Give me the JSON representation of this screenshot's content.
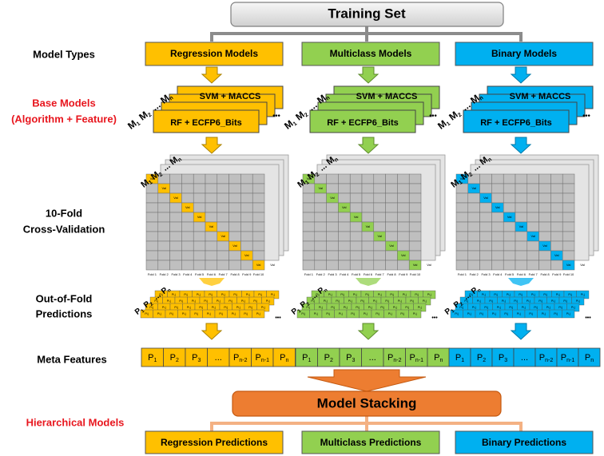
{
  "training_set": "Training Set",
  "row_labels": {
    "model_types": "Model Types",
    "base_models_1": "Base Models",
    "base_models_2": "(Algorithm + Feature)",
    "cv_1": "10-Fold",
    "cv_2": "Cross-Validation",
    "oof_1": "Out-of-Fold",
    "oof_2": "Predictions",
    "meta_features": "Meta Features",
    "hierarchical": "Hierarchical Models"
  },
  "columns": [
    {
      "key": "reg",
      "model_type": "Regression Models",
      "prediction": "Regression Predictions"
    },
    {
      "key": "mc",
      "model_type": "Multiclass Models",
      "prediction": "Multiclass Predictions"
    },
    {
      "key": "bin",
      "model_type": "Binary Models",
      "prediction": "Binary Predictions"
    }
  ],
  "base_model_top": "SVM + MACCS",
  "base_model_bottom": "RF + ECFP6_Bits",
  "model_index": {
    "m1": "M",
    "s1": "1",
    "m2": "M",
    "s2": "2",
    "dots": "...",
    "mn": "M",
    "sn": "n"
  },
  "more_dots": "•••",
  "val_label": "Val",
  "fold_labels": [
    "Fold 1",
    "Fold 2",
    "Fold 3",
    "Fold 4",
    "Fold 5",
    "Fold 6",
    "Fold 7",
    "Fold 8",
    "Fold 9",
    "Fold 10"
  ],
  "oof_index": {
    "p1": "P",
    "s1": "1",
    "p2": "P",
    "s2": "2",
    "dots": "...",
    "pn": "P",
    "sn": "n"
  },
  "oof_cell": "P",
  "oof_cell_sub": "i,j",
  "meta_cells": [
    {
      "p": "P",
      "s": "1"
    },
    {
      "p": "P",
      "s": "2"
    },
    {
      "p": "P",
      "s": "3"
    },
    {
      "p": "...",
      "s": ""
    },
    {
      "p": "P",
      "s": "n-2"
    },
    {
      "p": "P",
      "s": "n-1"
    },
    {
      "p": "P",
      "s": "n"
    }
  ],
  "model_stacking": "Model Stacking",
  "colors": {
    "reg": "#ffc000",
    "reg_dark": "#a98000",
    "mc": "#92d050",
    "mc_dark": "#5c8a2c",
    "bin": "#00b0f0",
    "bin_dark": "#0078a8",
    "stack": "#ed7d31",
    "stack_light": "#f4b183",
    "connector": "#8c8c8c",
    "grid": "#bfbfbf",
    "red_label": "#e8161e"
  }
}
